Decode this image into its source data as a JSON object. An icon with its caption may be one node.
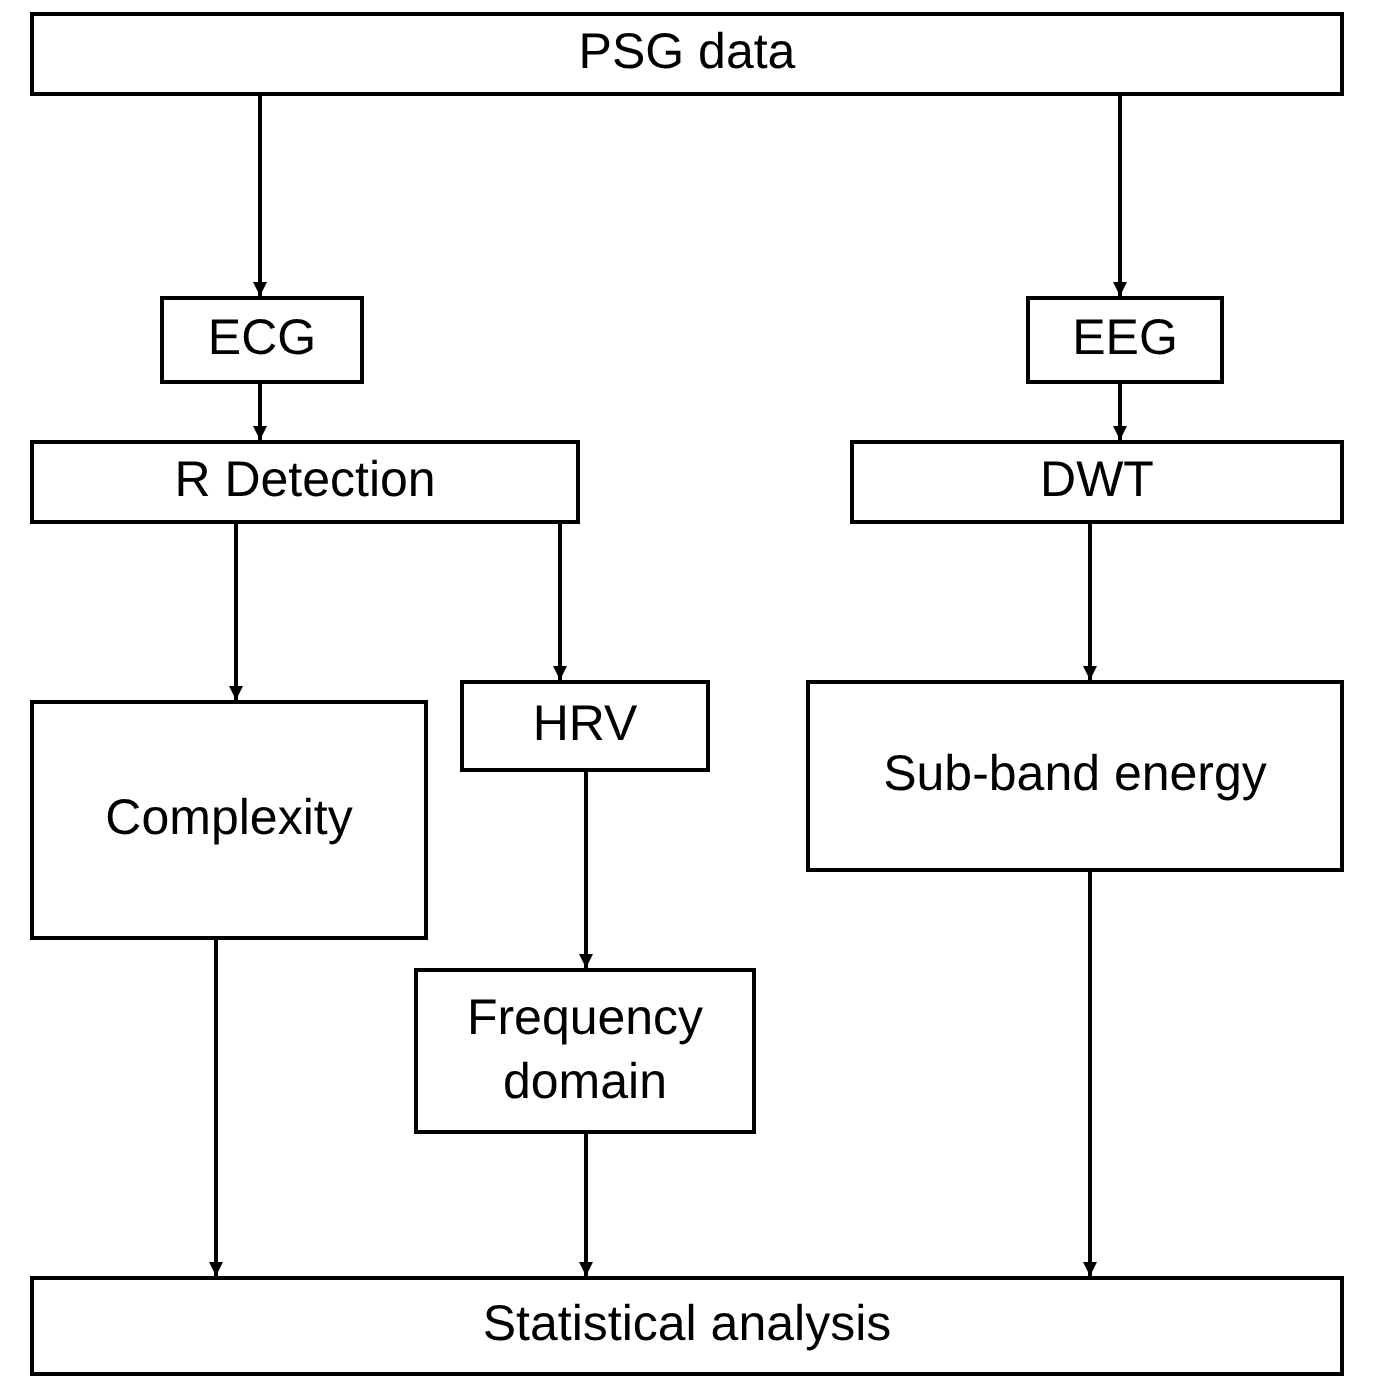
{
  "diagram": {
    "nodes": [
      {
        "text": [
          "PSG data"
        ]
      },
      {
        "text": [
          "ECG"
        ]
      },
      {
        "text": [
          "EEG"
        ]
      },
      {
        "text": [
          "R Detection"
        ]
      },
      {
        "text": [
          "DWT"
        ]
      },
      {
        "text": [
          "Complexity"
        ]
      },
      {
        "text": [
          "HRV"
        ]
      },
      {
        "text": [
          "Sub-band energy"
        ]
      },
      {
        "text": [
          "Frequency domain"
        ]
      },
      {
        "text": [
          "Statistical analysis"
        ]
      }
    ],
    "edges": [
      {
        "from": 0,
        "to": 1,
        "arrow": "to"
      },
      {
        "from": 0,
        "to": 2,
        "arrow": "to"
      },
      {
        "from": 1,
        "to": 3,
        "arrow": "to"
      },
      {
        "from": 2,
        "to": 4,
        "arrow": "to"
      },
      {
        "from": 3,
        "to": 5,
        "arrow": "to"
      },
      {
        "from": 3,
        "to": 6,
        "arrow": "to"
      },
      {
        "from": 4,
        "to": 7,
        "arrow": "to"
      },
      {
        "from": 6,
        "to": 8,
        "arrow": "to"
      },
      {
        "from": 5,
        "to": 9,
        "arrow": "to"
      },
      {
        "from": 8,
        "to": 9,
        "arrow": "to"
      },
      {
        "from": 7,
        "to": 9,
        "arrow": "to"
      }
    ]
  }
}
